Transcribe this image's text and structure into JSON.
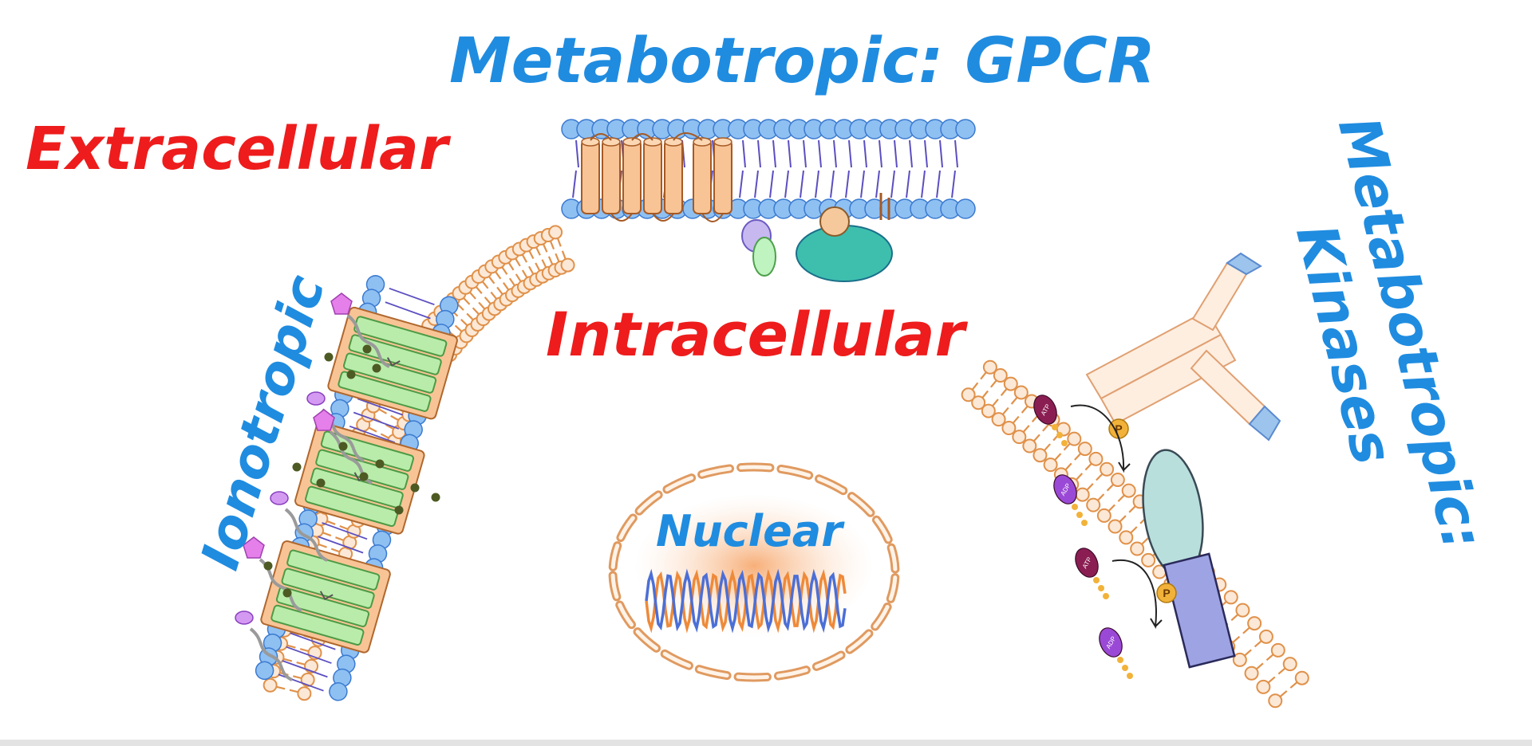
{
  "labels": {
    "metabotropic_gpcr": "Metabotropic: GPCR",
    "extracellular": "Extracellular",
    "intracellular": "Intracellular",
    "ionotropic": "Ionotropic",
    "metabotropic_kinases_line1": "Metabotropic:",
    "metabotropic_kinases_line2": "Kinases",
    "nuclear": "Nuclear",
    "atp": "ATP",
    "adp": "ADP",
    "phosphate": "P"
  },
  "colors": {
    "label_blue": "#1f8ce0",
    "label_red": "#ee1c1c",
    "membrane_orange": "#e0914a",
    "membrane_fill": "#fce8d6",
    "lipid_blue": "#8fc0f2",
    "lipid_blue_stroke": "#3a7ad0",
    "tail_purple": "#5b4fc0",
    "channel_green": "#b9ecaa",
    "channel_stroke": "#4d9a45",
    "helix_peach": "#f8c496",
    "gprotein_teal": "#3ebfae",
    "kinase_oval": "#b9dfdc",
    "kinase_rect": "#9ea3e3",
    "ligand_pink": "#e57fea",
    "ion_olive": "#4d5a23",
    "atp_maroon": "#8a1e52",
    "adp_purple": "#9a49d6",
    "phosphate_yellow": "#f2b23a",
    "dna_blue": "#4c6fd6",
    "dna_orange": "#ee8a3a"
  },
  "icons": [
    "lipid-bilayer",
    "gpcr-helix",
    "g-protein",
    "ion-channel",
    "ligand",
    "ion",
    "receptor-kinase",
    "atp-molecule",
    "adp-molecule",
    "phosphate-group",
    "dna-helix",
    "nuclear-envelope"
  ]
}
